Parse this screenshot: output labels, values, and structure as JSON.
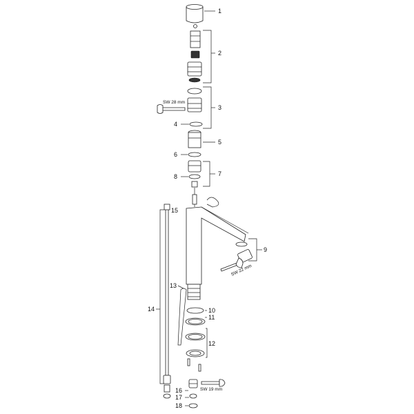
{
  "diagram": {
    "callouts": {
      "c1": "1",
      "c2": "2",
      "c3": "3",
      "c4": "4",
      "c5": "5",
      "c6": "6",
      "c7": "7",
      "c8": "8",
      "c9": "9",
      "c10": "10",
      "c11": "11",
      "c12": "12",
      "c13": "13",
      "c14": "14",
      "c15": "15",
      "c16": "16",
      "c17": "17",
      "c18": "18"
    },
    "wrench_labels": {
      "sw28": "SW 28 mm",
      "sw22": "SW 22 mm",
      "sw19": "SW 19 mm"
    }
  }
}
